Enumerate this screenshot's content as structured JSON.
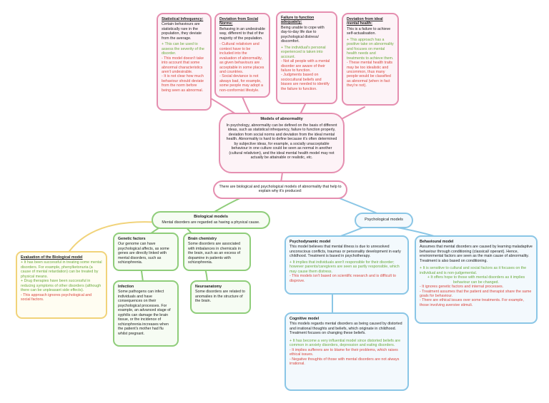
{
  "definitions": [
    {
      "heading": "Statistical Infrequency:",
      "text": "Certain behaviours are statistically rare in the population, they deviate from the average.",
      "points": [
        {
          "kind": "pro",
          "text": "+ This can be used to assess the severity of the disorder."
        },
        {
          "kind": "con",
          "text": "- This model doesn't take into account that some abnormal characteristics aren't undesirable."
        },
        {
          "kind": "con",
          "text": "- It is not clear how much behaviour should deviate from the norm before being seen as abnormal."
        }
      ]
    },
    {
      "heading": "Deviation from Social Norms:",
      "text": "Behaving in an undesirable way, different to that of the majority of the population.",
      "points": [
        {
          "kind": "con",
          "text": "- Cultural relativism and context have to be included into the evaluation of abnormality, as given behaviours are acceptable in some places and countries."
        },
        {
          "kind": "con",
          "text": "- Social deviance is not always bad, for example, some people may adopt a non-conformist lifestyle."
        }
      ]
    },
    {
      "heading": "Failure to function adequately:",
      "text": "Being unable to cope with day-to-day life due to psychological distress/ discomfort.",
      "points": [
        {
          "kind": "pro",
          "text": "+ The individual's personal experienced is taken into account."
        },
        {
          "kind": "con",
          "text": "- Not all people with a mental disorder are aware of their failure to function."
        },
        {
          "kind": "con",
          "text": "- Judgments based on sociocultural beliefs and biases are needed to identify the failure to function."
        }
      ]
    },
    {
      "heading": "Deviation from ideal mental health:",
      "text": "This is a failure to achieve self-actualisation.",
      "points": [
        {
          "kind": "pro",
          "text": "+ This approach has a positive take on abnormality and focuses on mental health needs and treatments to achieve them."
        },
        {
          "kind": "con",
          "text": "- These mental health traits may be too idealistic and uncommon, thus many people would be classified as abnormal (when in fact they're not)."
        }
      ]
    }
  ],
  "center": {
    "title": "Models of abnormality",
    "text": "In psychology, abnormality can be defined on the basis of different ideas, such as statistical infrequency, failure to function properly, deviation from social norms and deviation from the ideal mental health. Abnormality is hard to define because it's often determined by subjective ideas, for example, a socially unacceptable behaviour in one culture could be seen as normal in another (cultural relativism), and the ideal mental health model may not actually be attainable or realistic, etc."
  },
  "bridge": "There are biological and psychological models of abnormality that help to explain why it's produced:",
  "biological": {
    "title": "Biological models",
    "text": "Mental disorders are regarded as having a physical cause.",
    "evaluation": {
      "heading": "Evaluation of the Biological model",
      "points": [
        {
          "kind": "pro",
          "text": "+ It has been successful in treating some mental disorders. For example, phenylketonuria (a cause of mental retardation) can be treated by physical means."
        },
        {
          "kind": "pro",
          "text": "+ Drug therapies have been successful in reducing symptoms of other disorders (although there can be unpleasant side effects)."
        },
        {
          "kind": "con",
          "text": "- This approach ignores psychological and social factors."
        }
      ]
    },
    "genetic": {
      "heading": "Genetic factors",
      "text": "Our genome can have psychological affects, as some genes are directly linked with mental disorders, such as schizophrenia."
    },
    "brain_chemistry": {
      "heading": "Brain chemistry",
      "text": "Some disorders are associated with imbalances in chemicals in the brain, such as an excess of dopamine in patients with schizophrenia."
    },
    "infection": {
      "heading": "Infection",
      "text": "Some pathogens can infect individuals and have consequences on their psychological processes. For example, an advanced stage of syphilis can damage the brain tissue, or the incidence of schizophrenia increases when the patient's mother had flu whilst pregnant."
    },
    "neuroanatomy": {
      "heading": "Neuroanatomy",
      "text": "Some disorders are related to anomalies in the structure of the brain."
    }
  },
  "psychological": {
    "title": "Psychological models",
    "psychodynamic": {
      "heading": "Psychodynamic model",
      "text": "This model believes that mental illness is due to unresolved unconscious conflicts, traumas or personality development in early childhood. Treatment is based in psychotherapy.",
      "points": [
        {
          "kind": "pro",
          "text": "+ It implies that individuals aren't responsible for their disorder; however parents/caregivers are seen as partly responsible, which may cause them distress."
        },
        {
          "kind": "con",
          "text": "- This models isn't based on scientific research and is difficult to disprove."
        }
      ]
    },
    "behavioural": {
      "heading": "Behavioural model",
      "text": "Assumes that mental disorders are caused by learning maladaptive behaviour through conditioning (classical/ operant). Hence, environmental factors are seen as the main cause of abnormality. Treatment is also based on conditioning.",
      "points": [
        {
          "kind": "pro",
          "text": "+ It is sensitive to cultural and social factors as it focuses on the individual and is non-judgemental."
        },
        {
          "kind": "pro",
          "text": "+ It offers hope to those with mental disorders as it implies behaviour can be changed."
        },
        {
          "kind": "con",
          "text": "- It ignores genetic factors and internal processes."
        },
        {
          "kind": "con",
          "text": "- Treatment assumes that the patient and therapist share the same goals for behaviour."
        },
        {
          "kind": "con",
          "text": "- There are ethical issues over some treatments. For example, those involving aversive stimuli."
        }
      ]
    },
    "cognitive": {
      "heading": "Cognitive model",
      "text": "This models regards mental disorders as being caused by distorted and irrational thoughts and beliefs, which originate in childhood. Treatment focuses on changing these beliefs.",
      "points": [
        {
          "kind": "pro",
          "text": "+ It has become a very influential model since distorted beliefs are common in anxiety disorders, depression and eating disorders."
        },
        {
          "kind": "con",
          "text": "- It implies sufferers are to blame for their problems, which raises ethical issues."
        },
        {
          "kind": "con",
          "text": "- Negative thoughts of those with mental disorders are not always irrational."
        }
      ]
    }
  },
  "colors": {
    "pink": "#e58fb0",
    "green": "#8fcd7a",
    "blue": "#8ac6e6",
    "yellow": "#f1d37a",
    "pro": "#6aaa3c",
    "con": "#d9463e"
  }
}
